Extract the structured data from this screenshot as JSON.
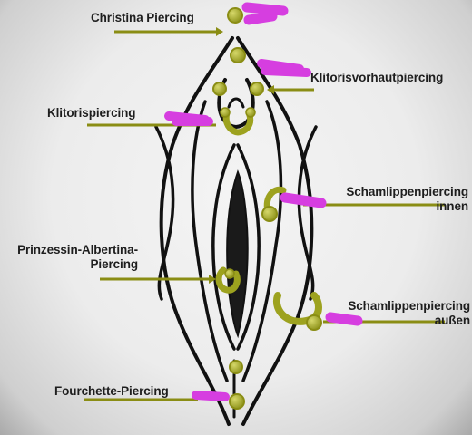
{
  "diagram": {
    "labels": {
      "christina": "Christina Piercing",
      "klitorisvorhaut": "Klitorisvorhautpiercing",
      "klitoris": "Klitorispiercing",
      "schamlippen_innen_line1": "Schamlippenpiercing",
      "schamlippen_innen_line2": "innen",
      "prinzessin_line1": "Prinzessin-Albertina-",
      "prinzessin_line2": "Piercing",
      "schamlippen_aussen_line1": "Schamlippenpiercing",
      "schamlippen_aussen_line2": "außen",
      "fourchette": "Fourchette-Piercing"
    },
    "colors": {
      "background": "#ececec",
      "outline": "#111111",
      "jewelry": "#9da21f",
      "jewelry_highlight": "#d6d86a",
      "pointer": "#8a8d14",
      "censor_marks": "#d63ee0"
    }
  }
}
